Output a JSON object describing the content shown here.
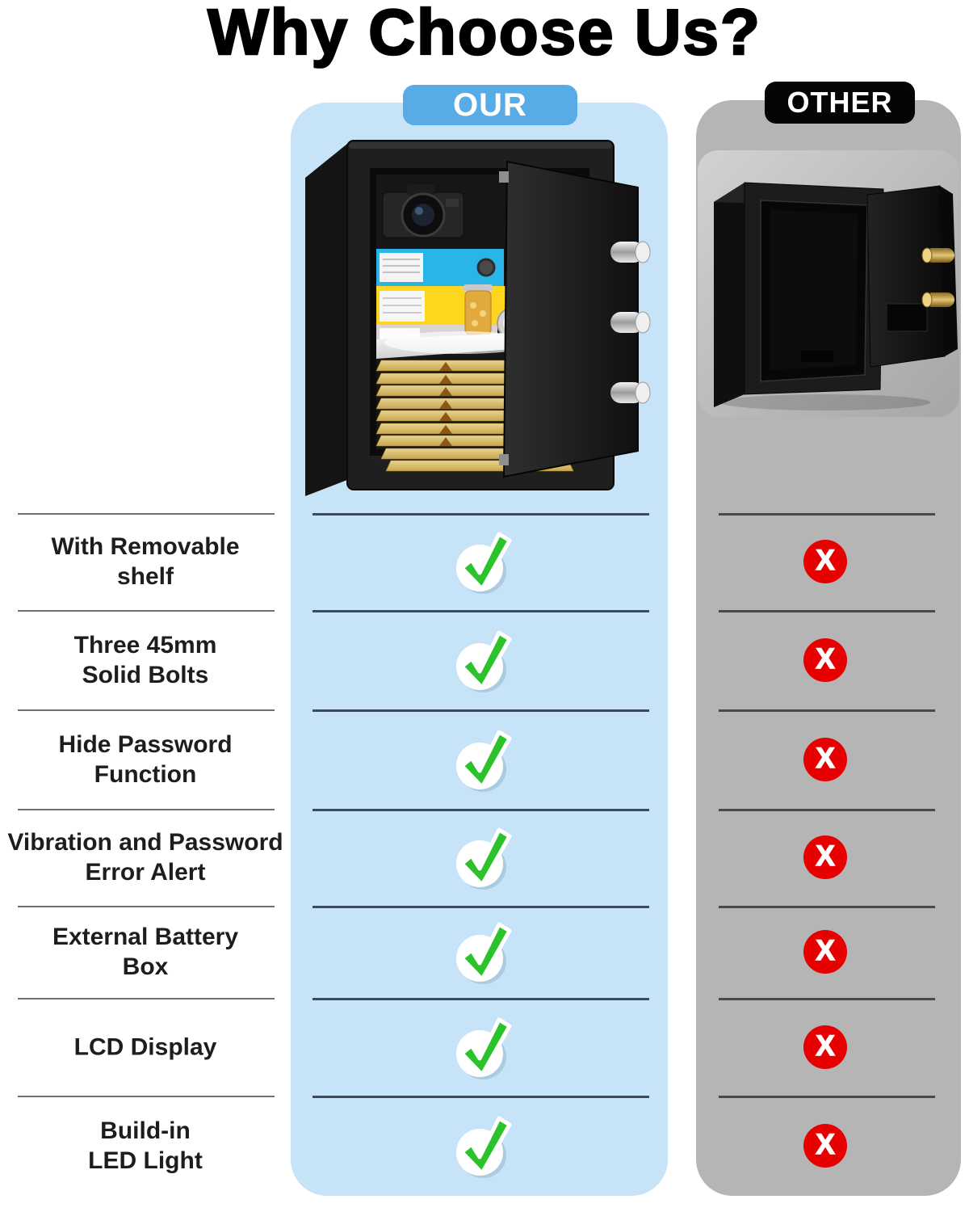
{
  "title": "Why Choose Us?",
  "columns": {
    "our": {
      "badge": "OUR",
      "badge_color": "#58ABE4",
      "panel_color": "#C6E3F8",
      "verdict": "check",
      "image_alt": "Open black safe filled with camera, necklace bust, binders, jar, watch, cash stacks and gold bars, door with three chrome bolts"
    },
    "other": {
      "badge": "OTHER",
      "badge_color": "#050505",
      "panel_color": "#B5B5B5",
      "verdict": "cross",
      "image_alt": "Empty open black safe, door with two brass bolts"
    }
  },
  "features": [
    {
      "label": "With Removable\nshelf",
      "our": "check",
      "other": "cross"
    },
    {
      "label": "Three 45mm\nSolid Bolts",
      "our": "check",
      "other": "cross"
    },
    {
      "label": "Hide Password\nFunction",
      "our": "check",
      "other": "cross"
    },
    {
      "label": "Vibration and Password\nError Alert",
      "our": "check",
      "other": "cross"
    },
    {
      "label": "External Battery\nBox",
      "our": "check",
      "other": "cross"
    },
    {
      "label": "LCD Display",
      "our": "check",
      "other": "cross"
    },
    {
      "label": "Build-in\nLED Light",
      "our": "check",
      "other": "cross"
    }
  ],
  "icons": {
    "check": {
      "name": "check-icon",
      "color": "#2BC22B",
      "halo_color": "#FFFFFF"
    },
    "cross": {
      "name": "cross-icon",
      "color": "#E60000",
      "glyph": "X"
    }
  },
  "separator_colors": {
    "left": "#6F6F6F",
    "our": "#3D4A5C",
    "other": "#4A4A4A"
  }
}
